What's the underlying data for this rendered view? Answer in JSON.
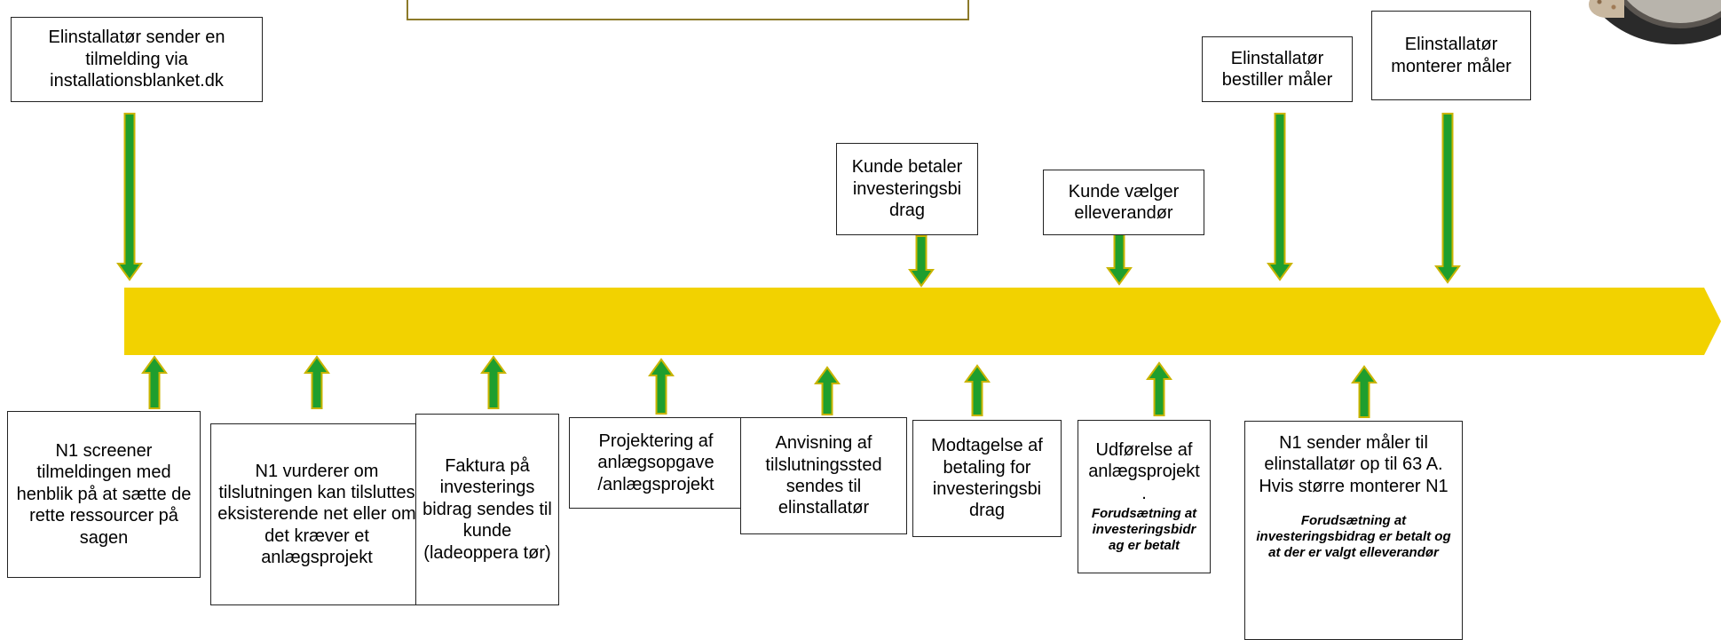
{
  "colors": {
    "timeline": "#f2d200",
    "arrow_fill": "#1e9e2e",
    "arrow_stroke": "#c9b400",
    "box_border": "#222222"
  },
  "top_boxes": [
    {
      "id": "top1",
      "text": "Elinstallatør sender en tilmelding via installationsblanket.dk"
    },
    {
      "id": "top2",
      "text": "Kunde betaler investeringsbi drag"
    },
    {
      "id": "top3",
      "text": "Kunde vælger elleverandør"
    },
    {
      "id": "top4",
      "text": "Elinstallatør bestiller måler"
    },
    {
      "id": "top5",
      "text": "Elinstallatør monterer måler"
    }
  ],
  "bottom_boxes": [
    {
      "id": "bot1",
      "text": "N1 screener tilmeldingen med henblik på at sætte de rette ressourcer på sagen"
    },
    {
      "id": "bot2",
      "text": "N1 vurderer om tilslutningen kan tilsluttes eksisterende net eller om det kræver et anlægsprojekt"
    },
    {
      "id": "bot3",
      "text": "Faktura på investerings bidrag sendes til kunde (ladeoppera tør)"
    },
    {
      "id": "bot4",
      "text": "Projektering af anlægsopgave /anlægsprojekt"
    },
    {
      "id": "bot5",
      "text": "Anvisning af tilslutningssted sendes til elinstallatør"
    },
    {
      "id": "bot6",
      "text": "Modtagelse af betaling for investeringsbi drag"
    },
    {
      "id": "bot7",
      "text": "Udførelse af anlægsprojekt",
      "sep": ".",
      "note": "Forudsætning at investeringsbidr ag er betalt"
    },
    {
      "id": "bot8",
      "text": "N1 sender måler til elinstallatør op til 63 A. Hvis større monterer N1",
      "note": "Forudsætning at investeringsbidrag er betalt og at der er valgt elleverandør"
    }
  ]
}
